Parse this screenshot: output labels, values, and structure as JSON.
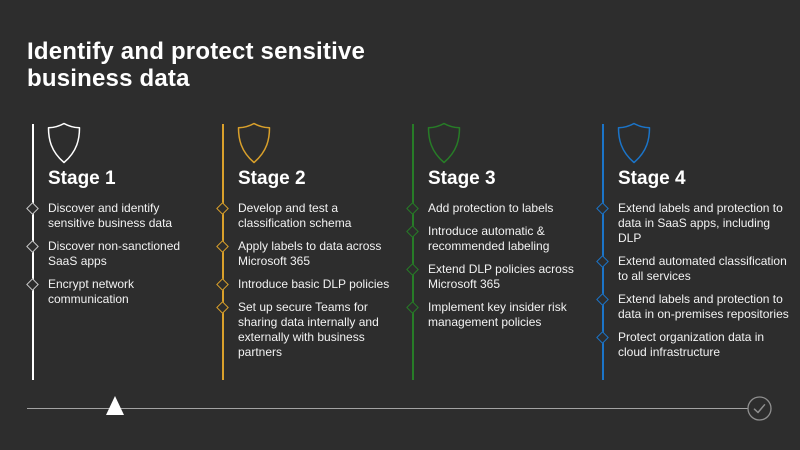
{
  "title": "Identify and protect sensitive business data",
  "colors": {
    "background": "#2d2d2d",
    "title_text": "#ffffff",
    "bullet_text": "#f2f2f2",
    "timeline_line": "#a3a3a3",
    "progress_marker": "#ffffff",
    "check_circle": "#8f8f8f"
  },
  "stages": [
    {
      "label": "Stage 1",
      "accent": "#ffffff",
      "diamond": "#c9c9c9",
      "icon": "shield-icon",
      "bullets": [
        "Discover and identify sensitive business data",
        "Discover non-sanctioned SaaS apps",
        "Encrypt network communication"
      ]
    },
    {
      "label": "Stage 2",
      "accent": "#d9a02b",
      "diamond": "#d9a02b",
      "icon": "shield-icon",
      "bullets": [
        "Develop and test a classification schema",
        "Apply labels to data across Microsoft 365",
        "Introduce basic DLP policies",
        "Set up secure Teams for sharing data internally and externally with business partners"
      ]
    },
    {
      "label": "Stage 3",
      "accent": "#277c27",
      "diamond": "#277c27",
      "icon": "shield-icon",
      "bullets": [
        "Add protection to labels",
        "Introduce automatic & recommended labeling",
        "Extend DLP policies across Microsoft 365",
        "Implement key insider risk management policies"
      ]
    },
    {
      "label": "Stage 4",
      "accent": "#1b74c8",
      "diamond": "#1b74c8",
      "icon": "shield-icon",
      "bullets": [
        "Extend labels and protection to data in SaaS apps, including DLP",
        "Extend automated classification to all services",
        "Extend labels and protection to data in on-premises repositories",
        "Protect organization data in cloud infrastructure"
      ]
    }
  ],
  "timeline": {
    "progress_marker_icon": "triangle-up-icon",
    "end_icon": "check-circle-icon"
  }
}
